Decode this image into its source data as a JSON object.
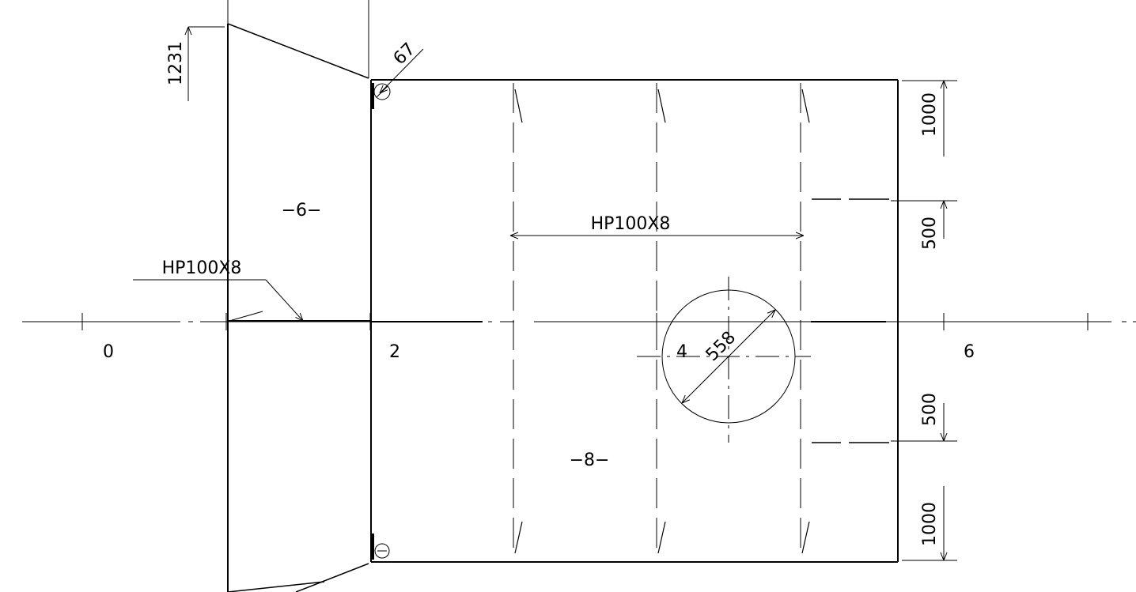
{
  "grid_labels": {
    "g0": "0",
    "g2": "2",
    "g4": "4",
    "g6": "6"
  },
  "plate_labels": {
    "p6": "−6−",
    "p8": "−8−"
  },
  "profiles": {
    "left": "HP100X8",
    "main": "HP100X8"
  },
  "dimensions": {
    "top_left": "1231",
    "corner": "67",
    "hole_diameter": "558",
    "right_top": "1000",
    "right_mid_upper": "500",
    "right_mid_lower": "500",
    "right_bottom": "1000"
  }
}
